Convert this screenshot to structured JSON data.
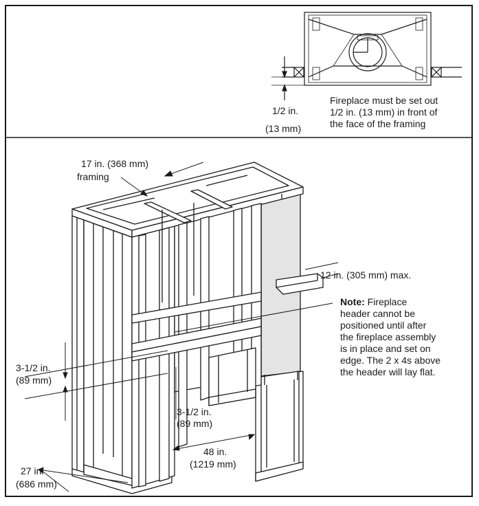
{
  "inset": {
    "offset_label_line1": "1/2 in.",
    "offset_label_line2": "(13 mm)",
    "note_line1": "Fireplace must be set out",
    "note_line2": "1/2 in. (13 mm) in front of",
    "note_line3": "the face of the framing"
  },
  "framing": {
    "spacing_line1": "17 in. (368 mm)",
    "spacing_line2": "framing",
    "header_depth": "12 in. (305 mm) max.",
    "left_dim_line1": "3-1/2 in.",
    "left_dim_line2": "(89 mm)",
    "mid_dim_line1": "3-1/2 in.",
    "mid_dim_line2": "(89 mm)",
    "width_line1": "48 in.",
    "width_line2": "(1219 mm)",
    "depth_line1": "27 in.",
    "depth_line2": "(686 mm)"
  },
  "note": {
    "label": "Note:",
    "line1": " Fireplace",
    "line2": "header cannot be",
    "line3": "positioned until after",
    "line4": "the fireplace assembly",
    "line5": "is in place and set on",
    "line6": "edge.  The 2 x 4s above",
    "line7": "the header will lay flat."
  }
}
